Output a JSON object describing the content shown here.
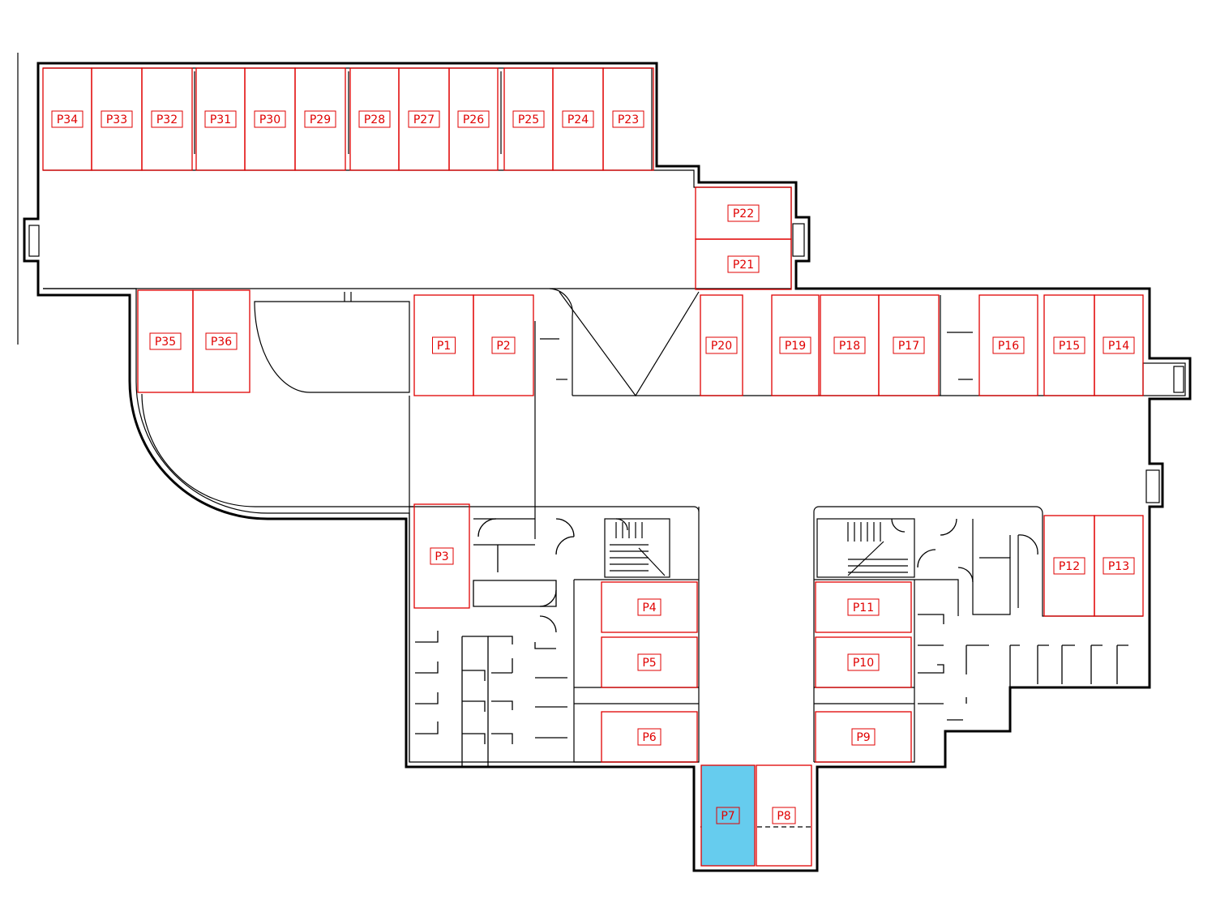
{
  "floor_plan": {
    "selected_space": "P7",
    "colors": {
      "space_outline": "#e00000",
      "walls": "#000000",
      "selected_fill": "#66ccee"
    },
    "spaces": [
      {
        "label": "P34"
      },
      {
        "label": "P33"
      },
      {
        "label": "P32"
      },
      {
        "label": "P31"
      },
      {
        "label": "P30"
      },
      {
        "label": "P29"
      },
      {
        "label": "P28"
      },
      {
        "label": "P27"
      },
      {
        "label": "P26"
      },
      {
        "label": "P25"
      },
      {
        "label": "P24"
      },
      {
        "label": "P23"
      },
      {
        "label": "P22"
      },
      {
        "label": "P21"
      },
      {
        "label": "P35"
      },
      {
        "label": "P36"
      },
      {
        "label": "P1"
      },
      {
        "label": "P2"
      },
      {
        "label": "P20"
      },
      {
        "label": "P19"
      },
      {
        "label": "P18"
      },
      {
        "label": "P17"
      },
      {
        "label": "P16"
      },
      {
        "label": "P15"
      },
      {
        "label": "P14"
      },
      {
        "label": "P3"
      },
      {
        "label": "P12"
      },
      {
        "label": "P13"
      },
      {
        "label": "P4"
      },
      {
        "label": "P5"
      },
      {
        "label": "P6"
      },
      {
        "label": "P11"
      },
      {
        "label": "P10"
      },
      {
        "label": "P9"
      },
      {
        "label": "P7"
      },
      {
        "label": "P8"
      }
    ]
  }
}
